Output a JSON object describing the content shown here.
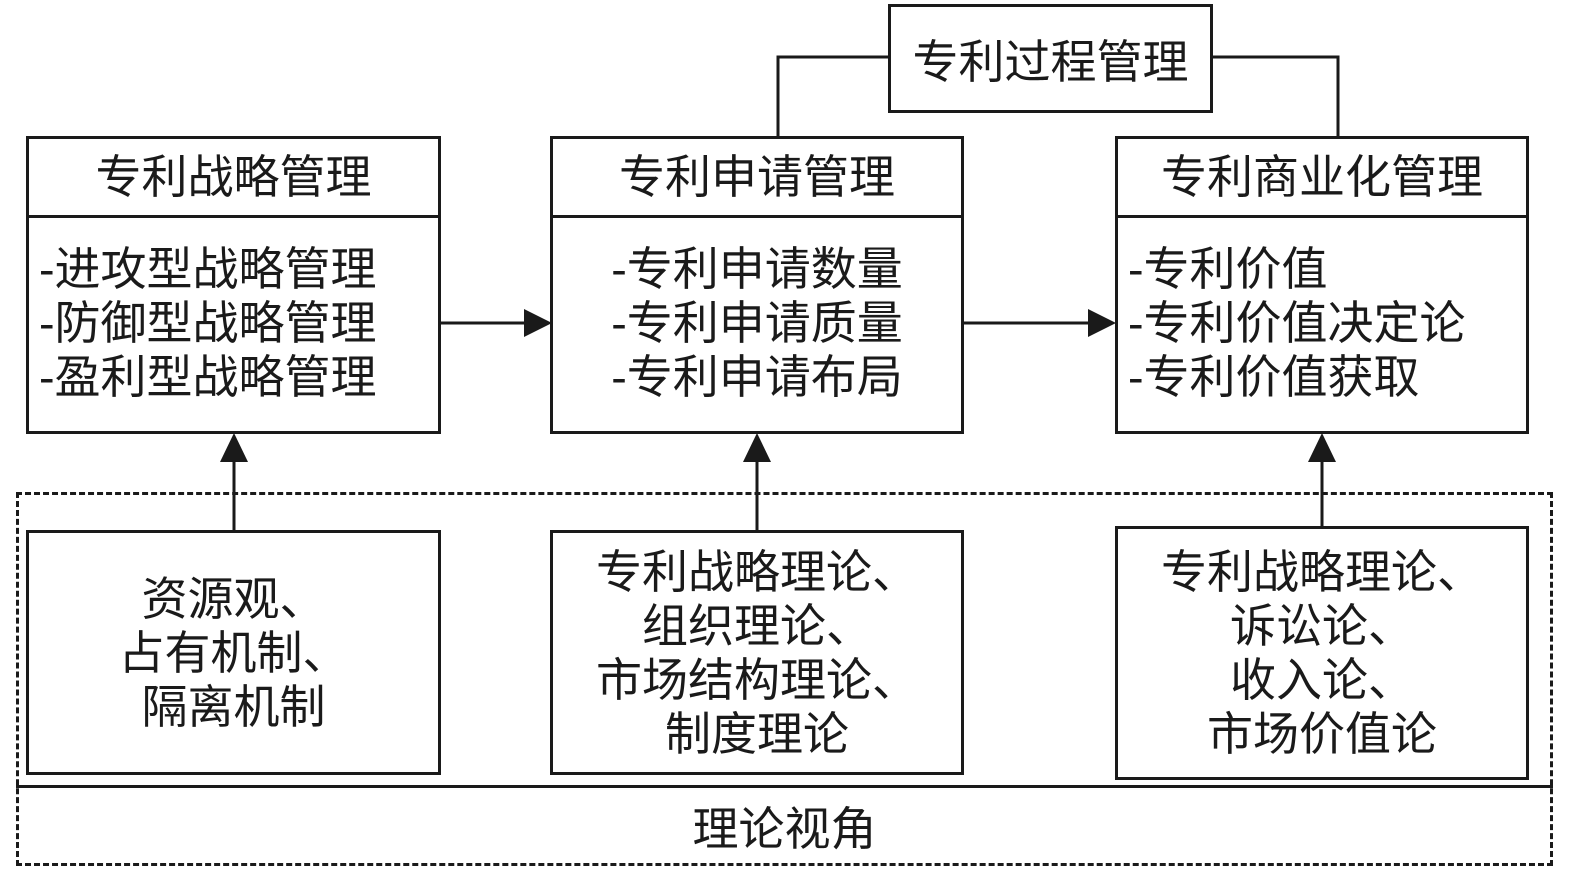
{
  "process_label": "专利过程管理",
  "perspective_label": "理论视角",
  "modules": {
    "strategy": {
      "title": "专利战略管理",
      "items": [
        "-进攻型战略管理",
        "-防御型战略管理",
        "-盈利型战略管理"
      ]
    },
    "application": {
      "title": "专利申请管理",
      "items": [
        "-专利申请数量",
        "-专利申请质量",
        "-专利申请布局"
      ]
    },
    "commercialization": {
      "title": "专利商业化管理",
      "items": [
        "-专利价值",
        "-专利价值决定论",
        "-专利价值获取"
      ]
    }
  },
  "theories": {
    "strategy": [
      "资源观、",
      "占有机制、",
      "隔离机制"
    ],
    "application": [
      "专利战略理论、",
      "组织理论、",
      "市场结构理论、",
      "制度理论"
    ],
    "commercialization": [
      "专利战略理论、",
      "诉讼论、",
      "收入论、",
      "市场价值论"
    ]
  }
}
